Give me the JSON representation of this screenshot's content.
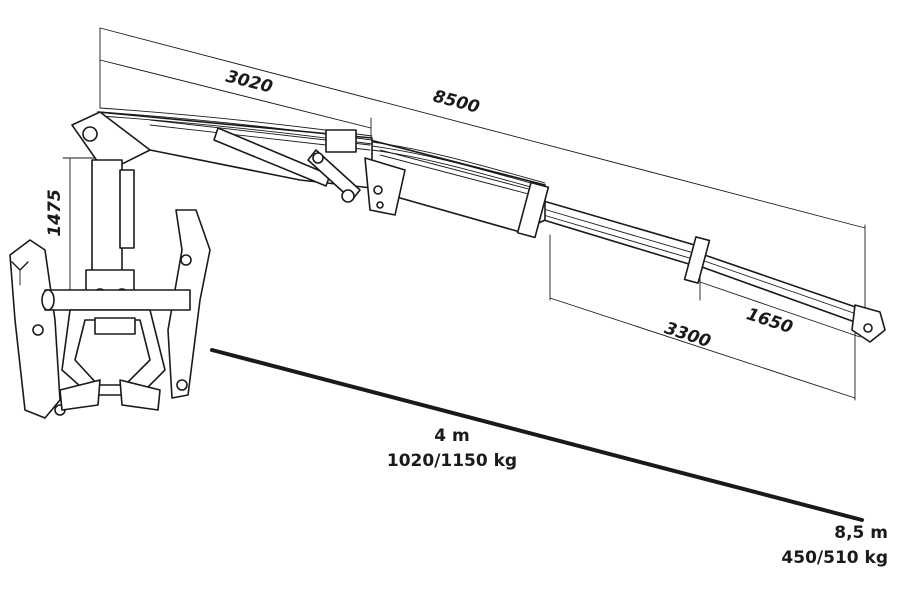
{
  "dimensions": {
    "boom_first_section": "3020",
    "total_reach": "8500",
    "column_height": "1475",
    "extension_total": "3300",
    "extension_last": "1650"
  },
  "capacity": {
    "near": {
      "reach": "4 m",
      "load": "1020/1150 kg"
    },
    "far": {
      "reach": "8,5 m",
      "load": "450/510 kg"
    }
  }
}
